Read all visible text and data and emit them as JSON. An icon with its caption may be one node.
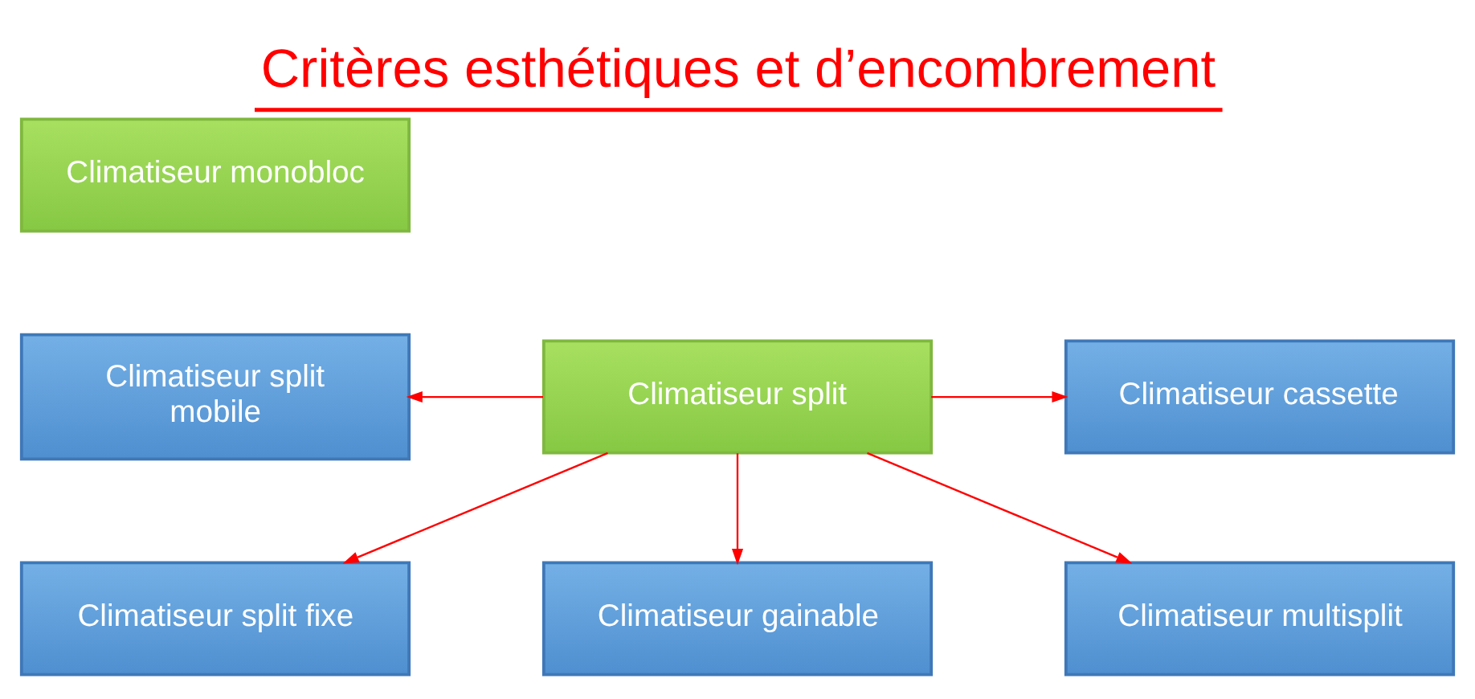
{
  "diagram": {
    "title": "Critères esthétiques et d’encombrement",
    "nodes": [
      {
        "text": [
          "Climatiseur monobloc"
        ]
      },
      {
        "text": [
          "Climatiseur split mobile"
        ]
      },
      {
        "text": [
          "Climatiseur split"
        ]
      },
      {
        "text": [
          "Climatiseur cassette"
        ]
      },
      {
        "text": [
          "Climatiseur split fixe"
        ]
      },
      {
        "text": [
          "Climatiseur gainable"
        ]
      },
      {
        "text": [
          "Climatiseur multisplit"
        ]
      }
    ],
    "edges": [
      {
        "from": 2,
        "to": 1,
        "arrow": "to"
      },
      {
        "from": 2,
        "to": 3,
        "arrow": "to"
      },
      {
        "from": 2,
        "to": 4,
        "arrow": "to"
      },
      {
        "from": 2,
        "to": 5,
        "arrow": "to"
      },
      {
        "from": 2,
        "to": 6,
        "arrow": "to"
      }
    ]
  }
}
